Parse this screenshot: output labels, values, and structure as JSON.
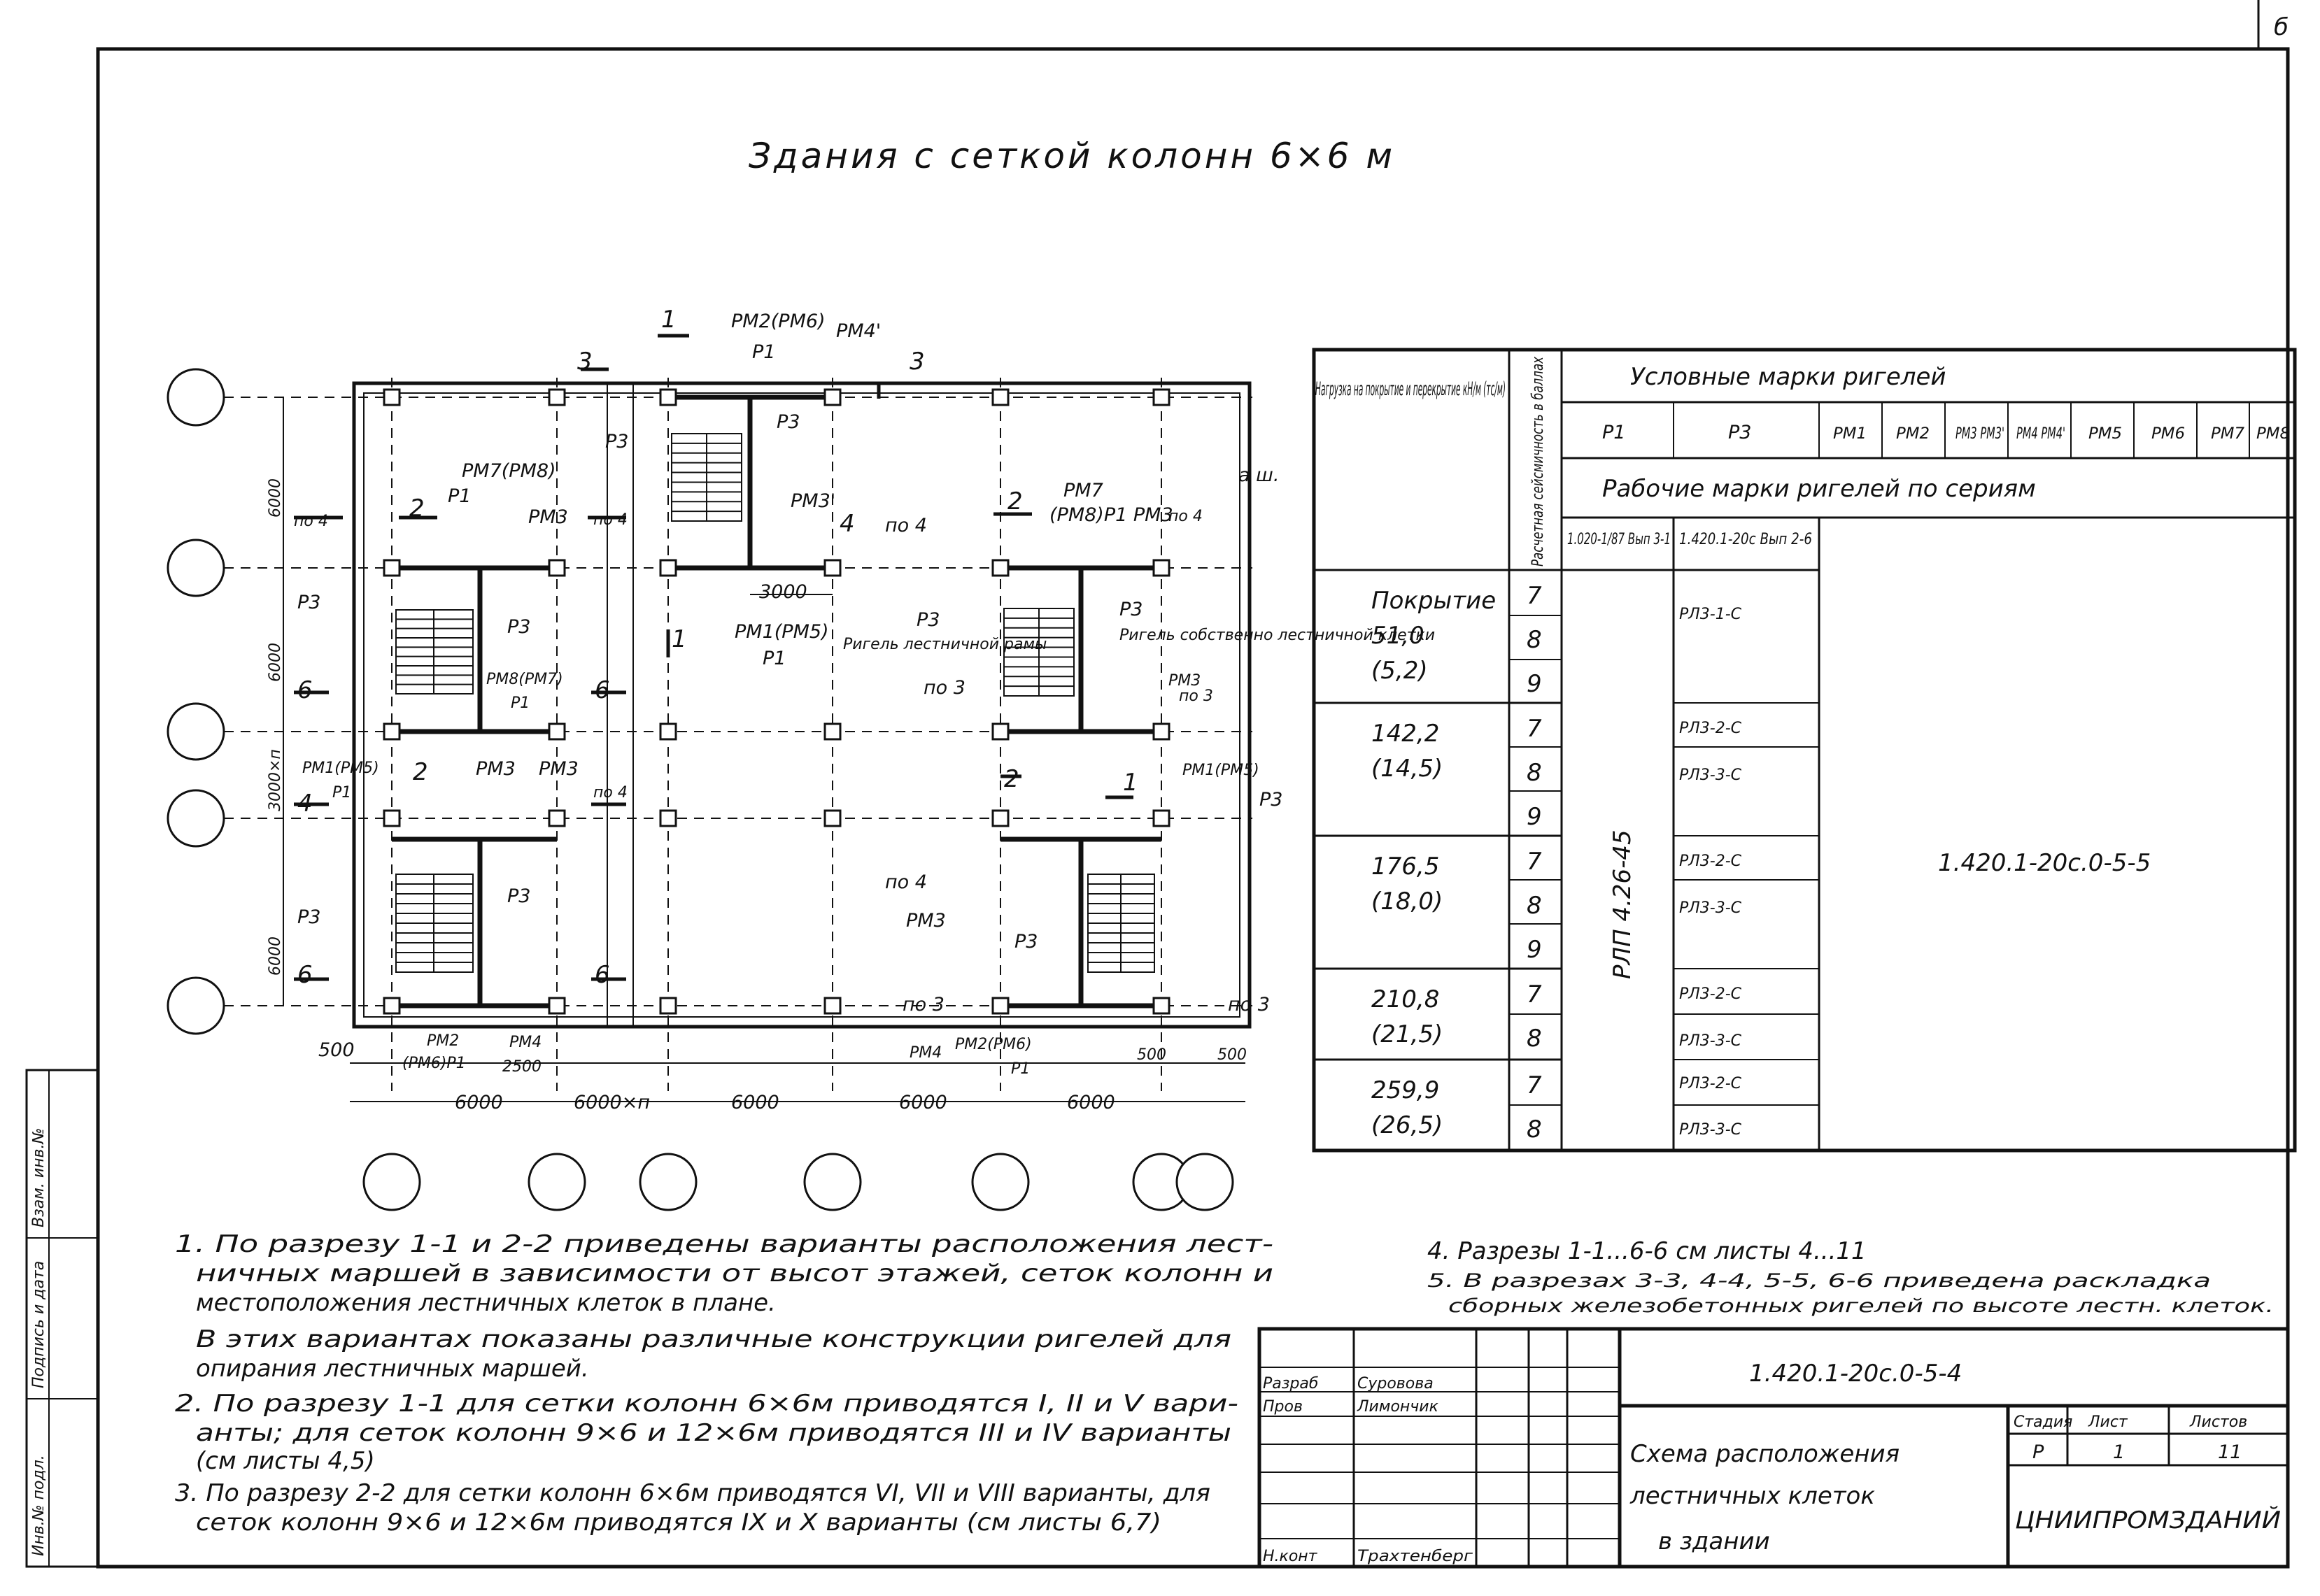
{
  "sheet_corner_mark": "б",
  "title": "Здания с сеткой колонн 6×6 м",
  "plan": {
    "grid_dims": [
      "6000",
      "6000×п",
      "6000",
      "6000",
      "6000"
    ],
    "edge_dims": [
      "500",
      "500",
      "500"
    ],
    "small_dims": [
      "3000",
      "2500"
    ],
    "vertical_dims": [
      "6000",
      "6000",
      "3000×п",
      "6000"
    ],
    "labels": {
      "rm2_rm6_top": "РМ2(РМ6)",
      "rm4_top": "РМ4'",
      "p1_top": "Р1",
      "p3_a": "Р3",
      "p3_b": "Р3",
      "p3_c": "Р3",
      "p3_d": "Р3",
      "p3_e": "Р3",
      "p3_f": "Р3",
      "p3_g": "Р3",
      "p3_h": "Р3",
      "p3_i": "Р3",
      "p3_j": "Р3",
      "rm7_rm8_a": "РМ7(РМ8)",
      "rm3_a": "РМ3",
      "rm3_prime": "РМ3'",
      "rm7_b": "РМ7",
      "rm8_p1_rm3": "(РМ8)Р1 РМ3",
      "rm1_rm5_a": "РМ1(РМ5)",
      "p1_a": "Р1",
      "p1_b": "Р1",
      "p1_c": "Р1",
      "p1_d": "Р1",
      "p1_e": "Р1",
      "rm8_rm7": "РМ8(РМ7)",
      "rm1_rm5_b": "РМ1(РМ5)",
      "rm3_b": "РМ3",
      "rm3_c": "РМ3",
      "rm1_rm5_c": "РМ1(РМ5)",
      "rigel_stair_frame": "Ригель лестничной рамы",
      "rigel_own_stair": "Ригель собственно лестничной клетки",
      "rm3_d": "РМ3",
      "rm3_e": "РМ3",
      "rm2_rm6_bot": "РМ2",
      "rm6_p1_bot": "(РМ6)Р1",
      "rm4_bot": "РМ4",
      "rm4_bot2": "РМ4",
      "rm2_rm6_bot2": "РМ2(РМ6)",
      "p1_bot2": "Р1",
      "a_sh": "а ш.",
      "po4_a": "по 4",
      "po4_b": "по 4",
      "po4_c": "по 4",
      "po4_d": "по 4",
      "po4_e": "по 4",
      "po3_a": "по 3",
      "po3_b": "по 3",
      "po3_c": "по 3",
      "po3_d": "по 3",
      "sec1": "1",
      "sec2": "2",
      "sec3": "3",
      "sec4": "4",
      "sec6": "6"
    }
  },
  "table": {
    "col_load_header": "Нагрузка на покрытие и перекрытие кН/м (тс/м)",
    "col_seis_header": "Расчетная сейсмичность в баллах",
    "cond_header": "Условные марки ригелей",
    "cond_marks": [
      "Р1",
      "Р3",
      "РМ1",
      "РМ2",
      "РМ3 РМ3'",
      "РМ4 РМ4'",
      "РМ5",
      "РМ6",
      "РМ7",
      "РМ8"
    ],
    "work_header": "Рабочие марки ригелей по сериям",
    "series": [
      "1.020-1/87 Вып 3-1",
      "1.420.1-20с Вып 2-6"
    ],
    "series_vertical_value": "РЛП 4.26-45",
    "right_value": "1.420.1-20с.0-5-5",
    "rows": [
      {
        "load": "Покрытие",
        "load2": "51,0",
        "load3": "(5,2)",
        "seis": [
          "7",
          "8",
          "9"
        ],
        "marks": [
          "РЛ3-1-С"
        ]
      },
      {
        "load": "142,2",
        "load2": "(14,5)",
        "seis": [
          "7",
          "8",
          "9"
        ],
        "marks": [
          "РЛ3-2-С",
          "РЛ3-3-С"
        ]
      },
      {
        "load": "176,5",
        "load2": "(18,0)",
        "seis": [
          "7",
          "8",
          "9"
        ],
        "marks": [
          "РЛ3-2-С",
          "РЛ3-3-С"
        ]
      },
      {
        "load": "210,8",
        "load2": "(21,5)",
        "seis": [
          "7",
          "8"
        ],
        "marks": [
          "РЛ3-2-С",
          "РЛ3-3-С"
        ]
      },
      {
        "load": "259,9",
        "load2": "(26,5)",
        "seis": [
          "7",
          "8"
        ],
        "marks": [
          "РЛ3-2-С",
          "РЛ3-3-С"
        ]
      }
    ]
  },
  "notes": {
    "n1_l1": "1. По разрезу 1-1 и 2-2 приведены варианты расположения лест-",
    "n1_l2": "ничных маршей в зависимости от высот этажей, сеток колонн и",
    "n1_l3": "местоположения лестничных клеток в плане.",
    "n1_l4": "В этих вариантах показаны различные конструкции ригелей для",
    "n1_l5": "опирания лестничных маршей.",
    "n2_l1": "2. По разрезу 1-1 для сетки колонн 6×6м приводятся I, II и V вари-",
    "n2_l2": "анты; для сеток колонн 9×6 и 12×6м приводятся III и IV варианты",
    "n2_l3": "(см листы 4,5)",
    "n3_l1": "3. По разрезу 2-2 для сетки колонн 6×6м приводятся VI, VII и VIII варианты, для",
    "n3_l2": "сеток колонн 9×6 и 12×6м приводятся IX и X варианты (см листы 6,7)",
    "n4": "4. Разрезы 1-1...6-6 см листы 4...11",
    "n5_l1": "5. В разрезах 3-3, 4-4, 5-5, 6-6 приведена раскладка",
    "n5_l2": "сборных железобетонных ригелей по высоте лестн. клеток."
  },
  "stamp": {
    "role1": "Разраб",
    "name1": "Суровова",
    "role2": "Пров",
    "name2": "Лимончик",
    "role3": "Н.конт",
    "name3": "Трахтенберг",
    "code": "1.420.1-20с.0-5-4",
    "doc_title_1": "Схема расположения",
    "doc_title_2": "лестничных клеток",
    "doc_title_3": "в здании",
    "stage_h": "Стадия",
    "sheet_h": "Лист",
    "sheets_h": "Листов",
    "stage": "Р",
    "sheet": "1",
    "sheets": "11",
    "org": "ЦНИИПРОМЗДАНИЙ"
  },
  "side_stamp": [
    "Инв.№ подл.",
    "Подпись и дата",
    "Взам. инв.№"
  ]
}
